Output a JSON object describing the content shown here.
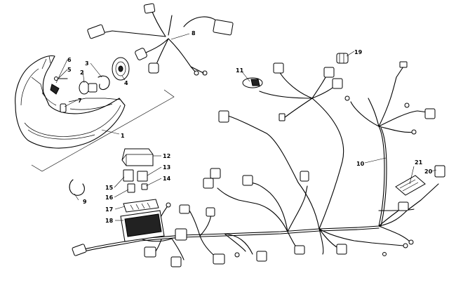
{
  "diagram": {
    "callouts": [
      "1",
      "2",
      "3",
      "4",
      "5",
      "6",
      "7",
      "8",
      "9",
      "10",
      "11",
      "12",
      "13",
      "14",
      "15",
      "16",
      "17",
      "18",
      "19",
      "20",
      "21"
    ]
  }
}
